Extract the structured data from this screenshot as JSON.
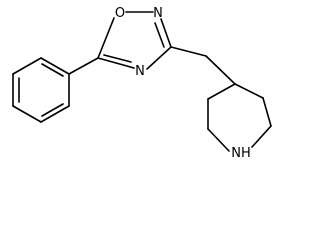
{
  "molecule": {
    "atoms": {
      "ring_oxygen": "O",
      "ring_n2": "N",
      "ring_n4": "N",
      "piperidine_nh": "NH"
    }
  }
}
